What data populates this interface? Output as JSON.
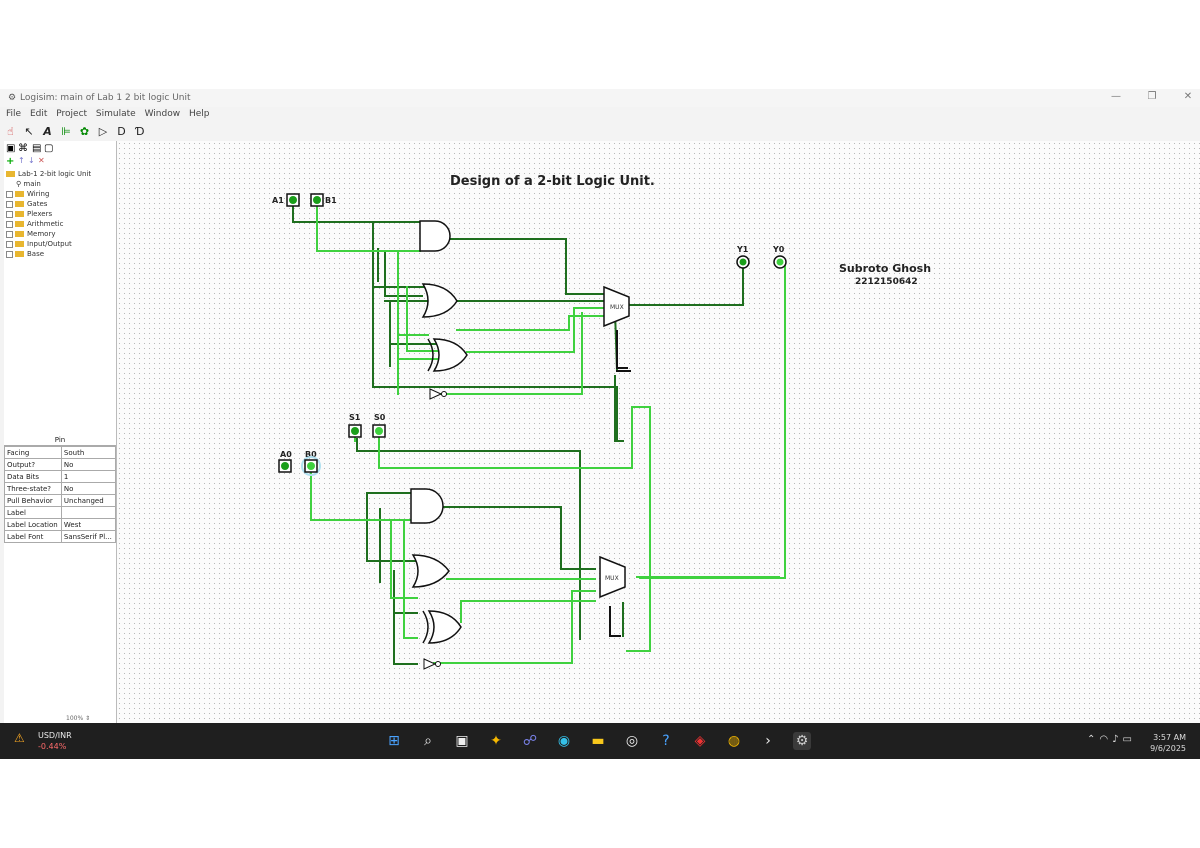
{
  "window": {
    "title": "Logisim: main of Lab 1 2 bit logic Unit",
    "minimize": "—",
    "maximize": "❐",
    "close": "✕"
  },
  "menu": [
    "File",
    "Edit",
    "Project",
    "Simulate",
    "Window",
    "Help"
  ],
  "toolbar": {
    "tools": [
      "☝",
      "↖",
      "A",
      "⊫",
      "✿",
      "▷",
      "D",
      "Ɗ"
    ]
  },
  "explorer": {
    "tree": [
      "Lab-1 2-bit logic Unit",
      "main",
      "Wiring",
      "Gates",
      "Plexers",
      "Arithmetic",
      "Memory",
      "Input/Output",
      "Base"
    ]
  },
  "attributes": {
    "header": "Pin",
    "rows": [
      {
        "key": "Facing",
        "value": "South"
      },
      {
        "key": "Output?",
        "value": "No"
      },
      {
        "key": "Data Bits",
        "value": "1"
      },
      {
        "key": "Three-state?",
        "value": "No"
      },
      {
        "key": "Pull Behavior",
        "value": "Unchanged"
      },
      {
        "key": "Label",
        "value": ""
      },
      {
        "key": "Label Location",
        "value": "West"
      },
      {
        "key": "Label Font",
        "value": "SansSerif Pl..."
      }
    ]
  },
  "zoom": "100%",
  "circuit": {
    "title": "Design of a 2-bit Logic Unit.",
    "author": "Subroto Ghosh",
    "roll": "2212150642",
    "pins": {
      "a1": "A1",
      "b1": "B1",
      "a0": "A0",
      "b0": "B0",
      "s1": "S1",
      "s0": "S0",
      "y1": "Y1",
      "y0": "Y0"
    },
    "mux_label": "MUX"
  },
  "taskbar": {
    "ticker": "USD/INR",
    "change": "-0.44%",
    "time": "3:57 AM",
    "date": "9/6/2025"
  },
  "colors": {
    "wire_dark": "#1e6e1e",
    "wire_light": "#3fd13f",
    "accent": "#00a000"
  }
}
